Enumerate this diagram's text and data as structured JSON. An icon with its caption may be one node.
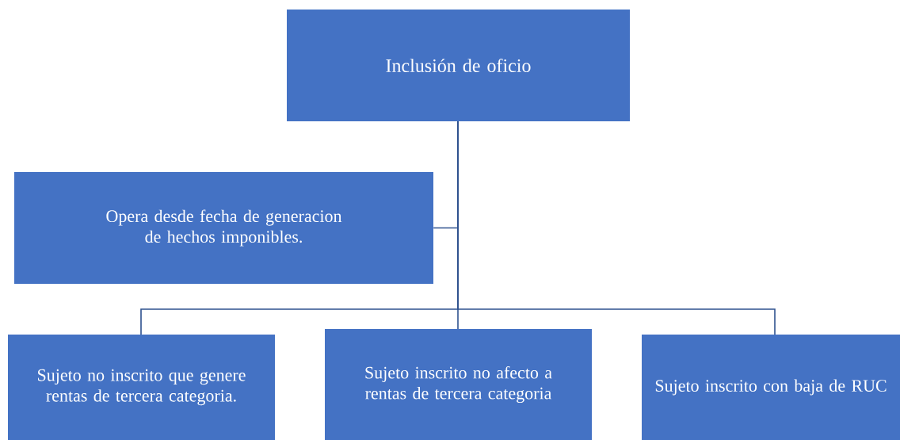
{
  "diagram": {
    "nodes": [
      {
        "text": [
          "Inclusión de oficio"
        ]
      },
      {
        "text": [
          "Opera desde fecha de generacion de hechos imponibles."
        ]
      },
      {
        "text": [
          "Sujeto no inscrito que genere rentas de tercera categoria."
        ]
      },
      {
        "text": [
          "Sujeto inscrito no afecto a rentas de tercera categoria"
        ]
      },
      {
        "text": [
          "Sujeto inscrito con baja de RUC"
        ]
      }
    ],
    "edges": [
      {
        "from": 0,
        "to": 1,
        "arrow": "none"
      },
      {
        "from": 0,
        "to": 2,
        "arrow": "none"
      },
      {
        "from": 0,
        "to": 3,
        "arrow": "none"
      },
      {
        "from": 0,
        "to": 4,
        "arrow": "none"
      }
    ]
  }
}
